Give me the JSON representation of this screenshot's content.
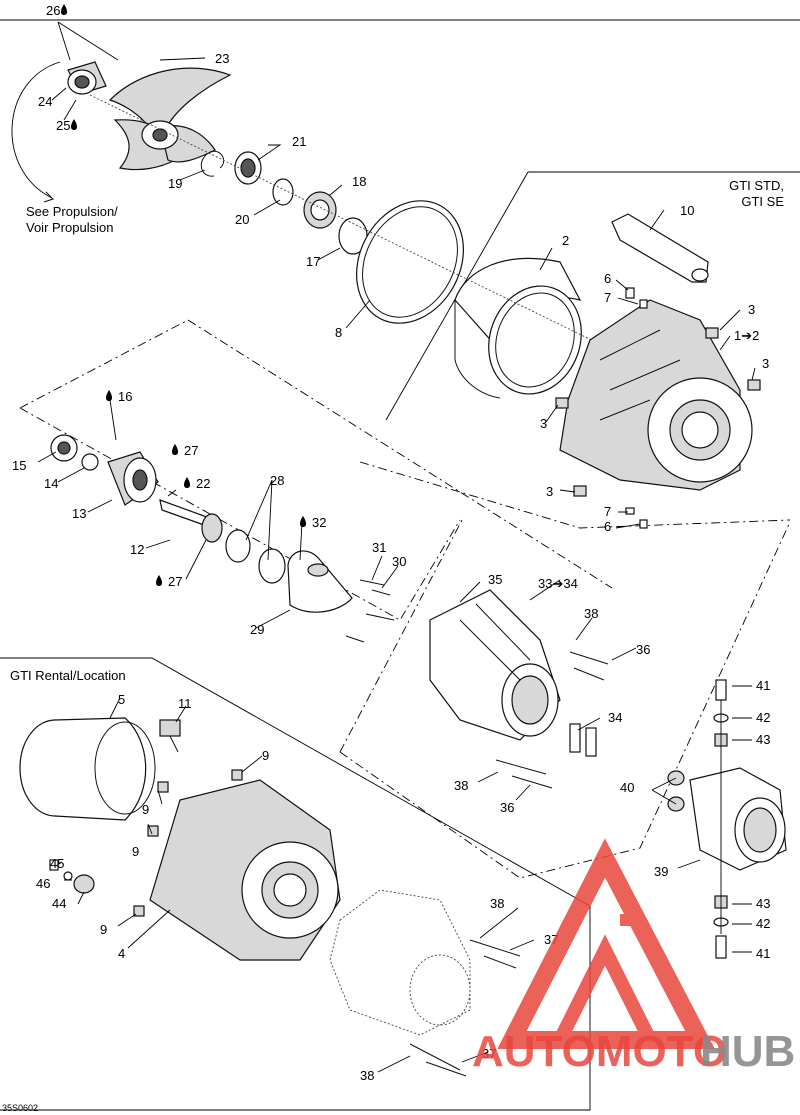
{
  "diagram_code": "35S0602",
  "groups": {
    "gti_std_se": "GTI STD,\nGTI SE",
    "gti_rental": "GTI Rental/Location"
  },
  "propulsion_note": "See Propulsion/\nVoir Propulsion",
  "arrow_labels": {
    "a1": "1➔2",
    "a33": "33➔34"
  },
  "parts": [
    "2",
    "3",
    "4",
    "5",
    "6",
    "7",
    "8",
    "9",
    "10",
    "11",
    "12",
    "13",
    "14",
    "15",
    "16",
    "17",
    "18",
    "19",
    "20",
    "21",
    "22",
    "23",
    "24",
    "25",
    "26",
    "27",
    "28",
    "29",
    "30",
    "31",
    "32",
    "35",
    "36",
    "37",
    "38",
    "39",
    "40",
    "41",
    "42",
    "43",
    "44",
    "45",
    "46"
  ],
  "lubricant_marked_parts": [
    "16",
    "22",
    "25",
    "26",
    "27",
    "32"
  ],
  "watermark": {
    "brand": "AUTOMOTOHUB",
    "part1": "AUTOMOTO",
    "part2": "HUB",
    "color_primary": "#e8473d",
    "color_secondary": "#8a8a8a"
  }
}
